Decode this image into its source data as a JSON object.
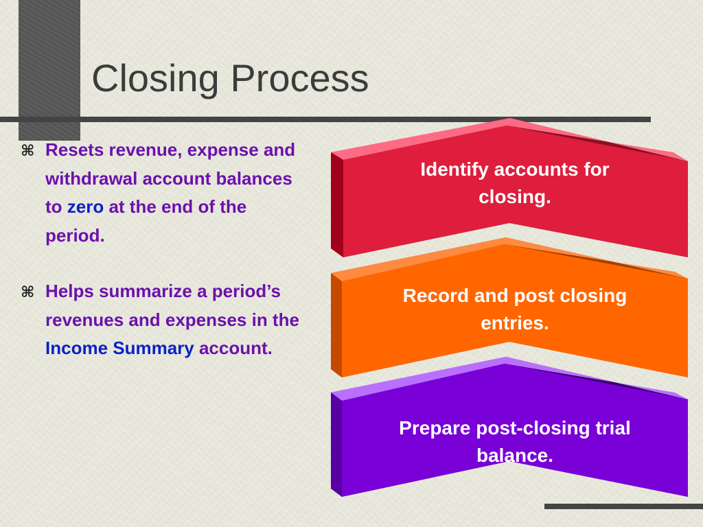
{
  "title": "Closing Process",
  "bullets": [
    {
      "part1": "Resets revenue, expense and withdrawal account balances to ",
      "highlight": "zero",
      "part2": " at the end of the period."
    },
    {
      "part1": "Helps summarize a period’s revenues and expenses in the ",
      "highlight": "Income Summary",
      "part2": " account."
    }
  ],
  "bullet_icon": "square-bullet-icon",
  "steps": [
    {
      "label": "Identify accounts for closing.",
      "color": "#de1e3c"
    },
    {
      "label": "Record and post closing entries.",
      "color": "#ff6600"
    },
    {
      "label": "Prepare post-closing trial balance.",
      "color": "#7a00d8"
    }
  ],
  "colors": {
    "bullet_text": "#6b11ad",
    "highlight_text": "#0a22c7",
    "title": "#3c3c3c"
  }
}
